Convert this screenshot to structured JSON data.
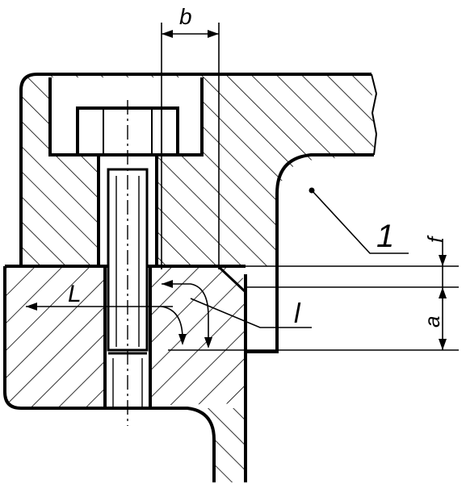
{
  "labels": {
    "b": "b",
    "one": "1",
    "f": "f",
    "a": "a",
    "L": "L",
    "l": "l"
  },
  "colors": {
    "ink": "#000000",
    "paper": "#ffffff"
  }
}
